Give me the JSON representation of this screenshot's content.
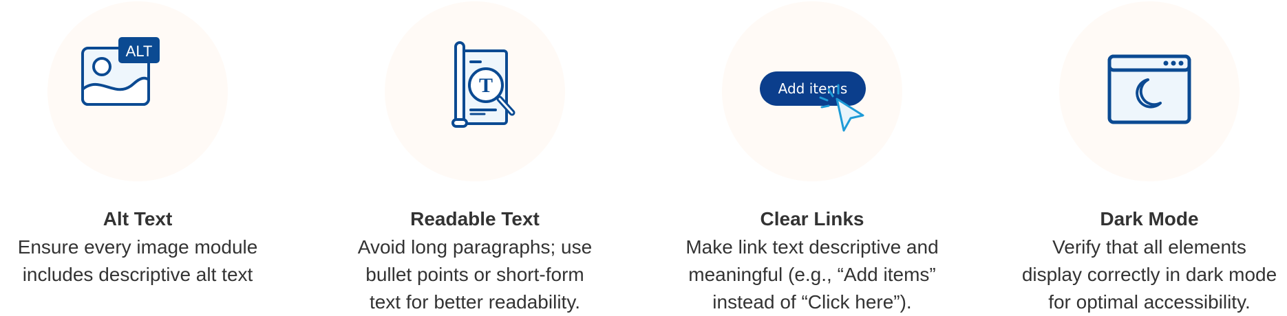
{
  "colors": {
    "icon_blue": "#0b4a92",
    "icon_fill": "#eef6fc",
    "accent_cyan": "#1e9bd7",
    "circle_bg": "#fffaf6",
    "text": "#333333"
  },
  "cards": [
    {
      "icon": "alt-image-icon",
      "badge": "ALT",
      "title": "Alt Text",
      "description": "Ensure every image module\nincludes descriptive alt text"
    },
    {
      "icon": "readable-text-icon",
      "glyph": "T",
      "title": "Readable Text",
      "description": "Avoid long paragraphs; use\nbullet points or short-form\ntext for better readability."
    },
    {
      "icon": "clear-links-icon",
      "button_label": "Add items",
      "title": "Clear Links",
      "description": "Make link text descriptive and\nmeaningful (e.g., “Add items”\ninstead of “Click here”)."
    },
    {
      "icon": "dark-mode-icon",
      "title": "Dark Mode",
      "description": "Verify that all elements\ndisplay correctly in dark mode\nfor optimal accessibility."
    }
  ]
}
